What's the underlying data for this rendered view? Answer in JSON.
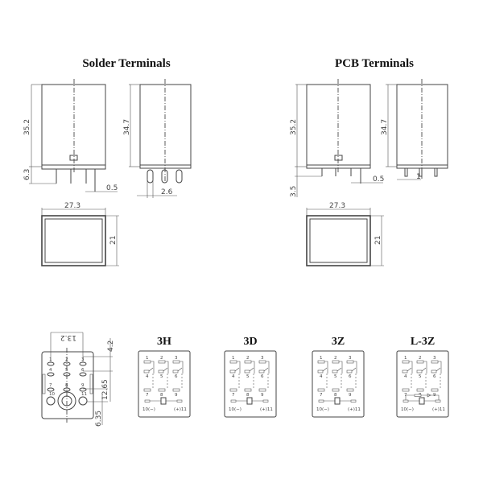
{
  "sections": {
    "solder": {
      "title": "Solder Terminals",
      "height_front": "35.2",
      "height_side": "34.7",
      "pin_length": "6.3",
      "pin_thickness": "0.5",
      "pin_pitch": "2.6",
      "width": "27.3",
      "depth": "21"
    },
    "pcb": {
      "title": "PCB Terminals",
      "height_front": "35.2",
      "height_side": "34.7",
      "pin_length": "3.5",
      "pin_thickness": "0.5",
      "pin_width": "1",
      "width": "27.3",
      "depth": "21"
    }
  },
  "base_view": {
    "pitch_x": "13.2",
    "top_offset": "4.2",
    "row_pitch": "12.65",
    "bottom_offset": "6.35",
    "pins": [
      "1",
      "2",
      "3",
      "4",
      "5",
      "6",
      "7",
      "8",
      "9",
      "10",
      "11"
    ]
  },
  "schematics": [
    {
      "title": "3H",
      "led": false
    },
    {
      "title": "3D",
      "led": false
    },
    {
      "title": "3Z",
      "led": false
    },
    {
      "title": "L-3Z",
      "led": true
    }
  ],
  "schematic_labels": {
    "pins": [
      "1",
      "2",
      "3",
      "4",
      "5",
      "6",
      "7",
      "8",
      "9"
    ],
    "coil_neg": "10(−)",
    "coil_pos": "(+)11"
  }
}
